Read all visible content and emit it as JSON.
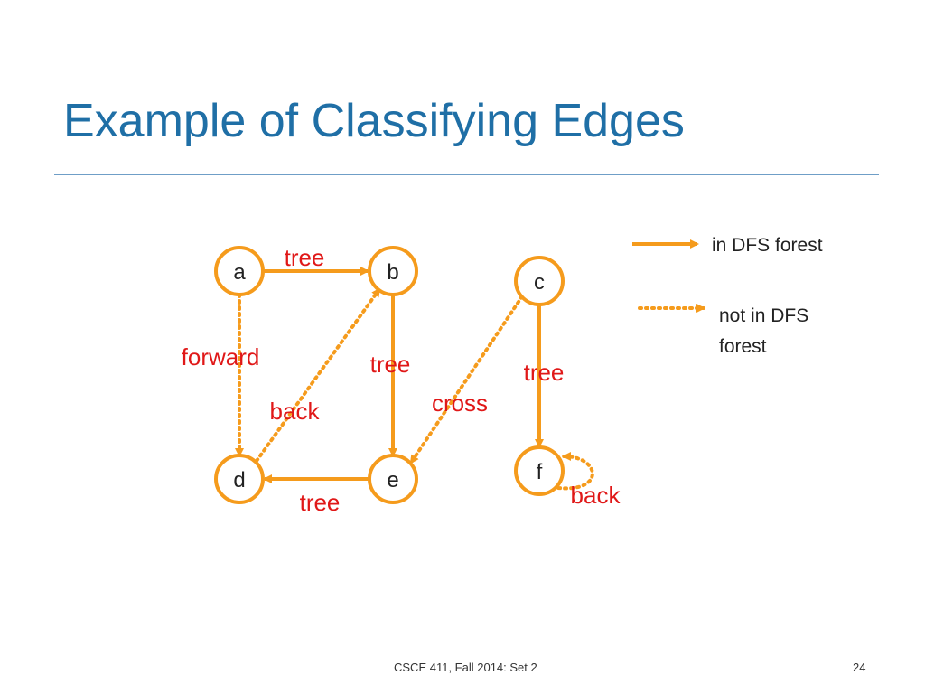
{
  "slide": {
    "title": "Example of Classifying Edges",
    "footer": "CSCE 411, Fall 2014:  Set 2",
    "page_number": "24"
  },
  "colors": {
    "title": "#1f6fa6",
    "node_stroke": "#f59b1c",
    "edge": "#f59b1c",
    "edge_label": "#e01818",
    "rule": "#6f9ec7"
  },
  "nodes": [
    {
      "id": "a",
      "label": "a"
    },
    {
      "id": "b",
      "label": "b"
    },
    {
      "id": "c",
      "label": "c"
    },
    {
      "id": "d",
      "label": "d"
    },
    {
      "id": "e",
      "label": "e"
    },
    {
      "id": "f",
      "label": "f"
    }
  ],
  "edges": [
    {
      "from": "a",
      "to": "b",
      "kind": "tree",
      "label": "tree"
    },
    {
      "from": "a",
      "to": "d",
      "kind": "forward",
      "label": "forward"
    },
    {
      "from": "d",
      "to": "b",
      "kind": "back",
      "label": "back"
    },
    {
      "from": "b",
      "to": "e",
      "kind": "tree",
      "label": "tree"
    },
    {
      "from": "c",
      "to": "e",
      "kind": "cross",
      "label": "cross"
    },
    {
      "from": "c",
      "to": "f",
      "kind": "tree",
      "label": "tree"
    },
    {
      "from": "e",
      "to": "d",
      "kind": "tree",
      "label": "tree"
    },
    {
      "from": "f",
      "to": "f",
      "kind": "back",
      "label": "back"
    }
  ],
  "legend": {
    "solid_label": "in DFS forest",
    "dotted_label_line1": "not in DFS",
    "dotted_label_line2": "forest"
  }
}
